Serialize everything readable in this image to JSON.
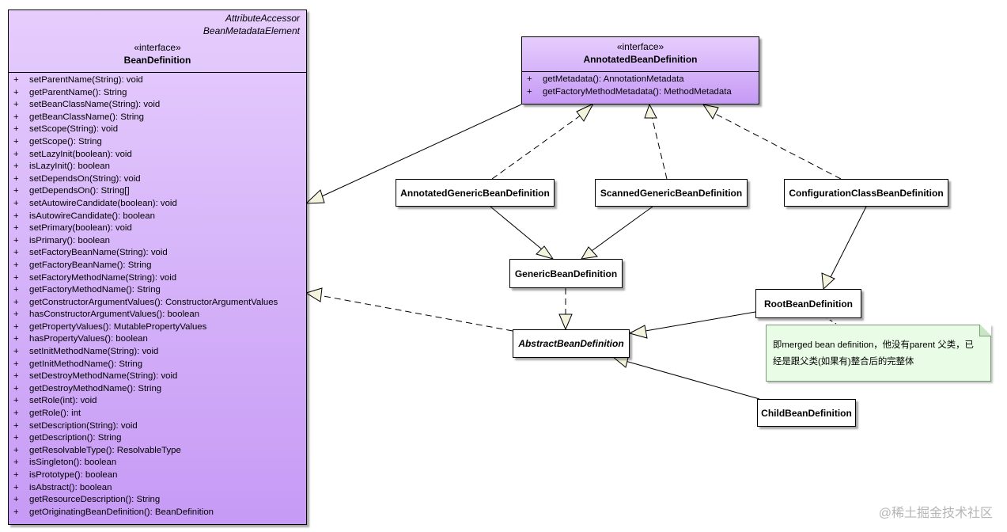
{
  "interfaces": {
    "bean_definition": {
      "parents": [
        "AttributeAccessor",
        "BeanMetadataElement"
      ],
      "stereotype": "«interface»",
      "name": "BeanDefinition",
      "members": [
        {
          "vis": "+",
          "sig": "setParentName(String): void"
        },
        {
          "vis": "+",
          "sig": "getParentName(): String"
        },
        {
          "vis": "+",
          "sig": "setBeanClassName(String): void"
        },
        {
          "vis": "+",
          "sig": "getBeanClassName(): String"
        },
        {
          "vis": "+",
          "sig": "setScope(String): void"
        },
        {
          "vis": "+",
          "sig": "getScope(): String"
        },
        {
          "vis": "+",
          "sig": "setLazyInit(boolean): void"
        },
        {
          "vis": "+",
          "sig": "isLazyInit(): boolean"
        },
        {
          "vis": "+",
          "sig": "setDependsOn(String): void"
        },
        {
          "vis": "+",
          "sig": "getDependsOn(): String[]"
        },
        {
          "vis": "+",
          "sig": "setAutowireCandidate(boolean): void"
        },
        {
          "vis": "+",
          "sig": "isAutowireCandidate(): boolean"
        },
        {
          "vis": "+",
          "sig": "setPrimary(boolean): void"
        },
        {
          "vis": "+",
          "sig": "isPrimary(): boolean"
        },
        {
          "vis": "+",
          "sig": "setFactoryBeanName(String): void"
        },
        {
          "vis": "+",
          "sig": "getFactoryBeanName(): String"
        },
        {
          "vis": "+",
          "sig": "setFactoryMethodName(String): void"
        },
        {
          "vis": "+",
          "sig": "getFactoryMethodName(): String"
        },
        {
          "vis": "+",
          "sig": "getConstructorArgumentValues(): ConstructorArgumentValues"
        },
        {
          "vis": "+",
          "sig": "hasConstructorArgumentValues(): boolean"
        },
        {
          "vis": "+",
          "sig": "getPropertyValues(): MutablePropertyValues"
        },
        {
          "vis": "+",
          "sig": "hasPropertyValues(): boolean"
        },
        {
          "vis": "+",
          "sig": "setInitMethodName(String): void"
        },
        {
          "vis": "+",
          "sig": "getInitMethodName(): String"
        },
        {
          "vis": "+",
          "sig": "setDestroyMethodName(String): void"
        },
        {
          "vis": "+",
          "sig": "getDestroyMethodName(): String"
        },
        {
          "vis": "+",
          "sig": "setRole(int): void"
        },
        {
          "vis": "+",
          "sig": "getRole(): int"
        },
        {
          "vis": "+",
          "sig": "setDescription(String): void"
        },
        {
          "vis": "+",
          "sig": "getDescription(): String"
        },
        {
          "vis": "+",
          "sig": "getResolvableType(): ResolvableType"
        },
        {
          "vis": "+",
          "sig": "isSingleton(): boolean"
        },
        {
          "vis": "+",
          "sig": "isPrototype(): boolean"
        },
        {
          "vis": "+",
          "sig": "isAbstract(): boolean"
        },
        {
          "vis": "+",
          "sig": "getResourceDescription(): String"
        },
        {
          "vis": "+",
          "sig": "getOriginatingBeanDefinition(): BeanDefinition"
        }
      ]
    },
    "annotated_bean_definition": {
      "stereotype": "«interface»",
      "name": "AnnotatedBeanDefinition",
      "members": [
        {
          "vis": "+",
          "sig": "getMetadata(): AnnotationMetadata"
        },
        {
          "vis": "+",
          "sig": "getFactoryMethodMetadata(): MethodMetadata"
        }
      ]
    }
  },
  "classes": {
    "annotated_generic": "AnnotatedGenericBeanDefinition",
    "scanned_generic": "ScannedGenericBeanDefinition",
    "configuration_class": "ConfigurationClassBeanDefinition",
    "generic": "GenericBeanDefinition",
    "root": "RootBeanDefinition",
    "abstract": "AbstractBeanDefinition",
    "child": "ChildBeanDefinition"
  },
  "note": {
    "line1": "即merged bean definition，他没有parent 父类，已",
    "line2": "经是跟父类(如果有)整合后的完整体"
  },
  "watermark": "@稀土掘金技术社区",
  "colors": {
    "interface_top": "#e6cdfd",
    "interface_bottom": "#c69af5",
    "note_fill": "#e8fce6",
    "arrow_head_fill": "#f4f4de"
  }
}
